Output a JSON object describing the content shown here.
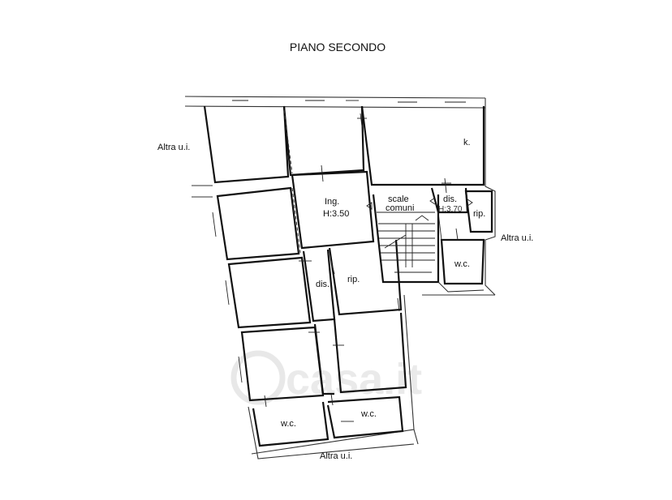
{
  "title": "PIANO SECONDO",
  "rooms": {
    "k": "k.",
    "ingresso": "Ing.",
    "ingresso_height": "H:3.50",
    "scale_line1": "scale",
    "scale_line2": "comuni",
    "dis_top": "dis.",
    "dis_top_height": "H:3.70",
    "rip_right": "rip.",
    "wc_right": "w.c.",
    "dis_center": "dis.",
    "rip_center": "rip.",
    "wc_bottom_left": "w.c.",
    "wc_bottom_right": "w.c."
  },
  "neighbours": {
    "left": "Altra u.i.",
    "right": "Altra u.i.",
    "bottom": "Altra u.i."
  },
  "watermark": "casa.it"
}
